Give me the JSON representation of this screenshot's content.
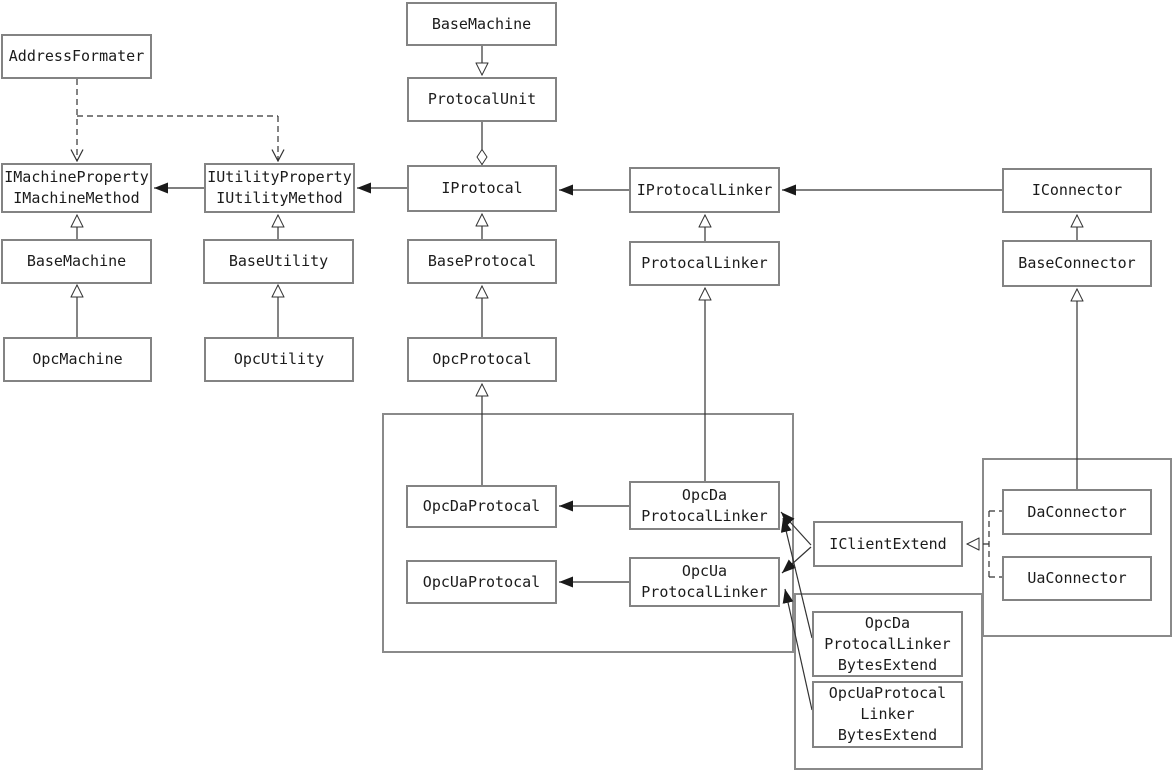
{
  "diagram": {
    "kind": "uml-class-diagram",
    "colors": {
      "background": "#ffffff",
      "line": "#333333",
      "box_border": "#838383",
      "box_fill": "#ffffff",
      "text": "#1b1b1b",
      "filled_arrow": "#1a1a1a"
    },
    "nodes": {
      "address_formater": {
        "lines": [
          "AddressFormater"
        ]
      },
      "imachine_interface": {
        "lines": [
          "IMachineProperty",
          "IMachineMethod"
        ]
      },
      "iutility_interface": {
        "lines": [
          "IUtilityProperty",
          "IUtilityMethod"
        ]
      },
      "base_machine_left": {
        "lines": [
          "BaseMachine"
        ]
      },
      "base_utility": {
        "lines": [
          "BaseUtility"
        ]
      },
      "opc_machine": {
        "lines": [
          "OpcMachine"
        ]
      },
      "opc_utility": {
        "lines": [
          "OpcUtility"
        ]
      },
      "base_machine_top": {
        "lines": [
          "BaseMachine"
        ]
      },
      "protocal_unit": {
        "lines": [
          "ProtocalUnit"
        ]
      },
      "iprotocal": {
        "lines": [
          "IProtocal"
        ]
      },
      "base_protocal": {
        "lines": [
          "BaseProtocal"
        ]
      },
      "opc_protocal": {
        "lines": [
          "OpcProtocal"
        ]
      },
      "iprotocal_linker": {
        "lines": [
          "IProtocalLinker"
        ]
      },
      "protocal_linker": {
        "lines": [
          "ProtocalLinker"
        ]
      },
      "iconnector": {
        "lines": [
          "IConnector"
        ]
      },
      "base_connector": {
        "lines": [
          "BaseConnector"
        ]
      },
      "opc_da_protocal": {
        "lines": [
          "OpcDaProtocal"
        ]
      },
      "opc_ua_protocal": {
        "lines": [
          "OpcUaProtocal"
        ]
      },
      "opc_da_protocal_linker": {
        "lines": [
          "OpcDa",
          "ProtocalLinker"
        ]
      },
      "opc_ua_protocal_linker": {
        "lines": [
          "OpcUa",
          "ProtocalLinker"
        ]
      },
      "iclient_extend": {
        "lines": [
          "IClientExtend"
        ]
      },
      "da_connector": {
        "lines": [
          "DaConnector"
        ]
      },
      "ua_connector": {
        "lines": [
          "UaConnector"
        ]
      },
      "opc_da_protocal_linker_bytes_extend": {
        "lines": [
          "OpcDa",
          "ProtocalLinker",
          "BytesExtend"
        ]
      },
      "opc_ua_protocal_linker_bytes_extend": {
        "lines": [
          "OpcUaProtocal",
          "Linker",
          "BytesExtend"
        ]
      }
    },
    "relationships": [
      {
        "from": "BaseMachine (top)",
        "to": "ProtocalUnit",
        "type": "generalization"
      },
      {
        "from": "ProtocalUnit",
        "to": "IProtocal",
        "type": "aggregation"
      },
      {
        "from": "BaseProtocal",
        "to": "IProtocal",
        "type": "generalization"
      },
      {
        "from": "OpcProtocal",
        "to": "BaseProtocal",
        "type": "generalization"
      },
      {
        "from": "OpcDaProtocal",
        "to": "OpcProtocal",
        "type": "generalization"
      },
      {
        "from": "BaseMachine (left)",
        "to": "IMachineProperty IMachineMethod",
        "type": "generalization"
      },
      {
        "from": "OpcMachine",
        "to": "BaseMachine (left)",
        "type": "generalization"
      },
      {
        "from": "BaseUtility",
        "to": "IUtilityProperty IUtilityMethod",
        "type": "generalization"
      },
      {
        "from": "OpcUtility",
        "to": "BaseUtility",
        "type": "generalization"
      },
      {
        "from": "ProtocalLinker",
        "to": "IProtocalLinker",
        "type": "generalization"
      },
      {
        "from": "OpcDa ProtocalLinker",
        "to": "ProtocalLinker",
        "type": "generalization"
      },
      {
        "from": "BaseConnector",
        "to": "IConnector",
        "type": "generalization"
      },
      {
        "from": "DaConnector",
        "to": "BaseConnector",
        "type": "generalization"
      },
      {
        "from": "IUtilityProperty IUtilityMethod",
        "to": "IMachineProperty IMachineMethod",
        "type": "association"
      },
      {
        "from": "IProtocal",
        "to": "IUtilityProperty IUtilityMethod",
        "type": "association"
      },
      {
        "from": "IProtocalLinker",
        "to": "IProtocal",
        "type": "association"
      },
      {
        "from": "IConnector",
        "to": "IProtocalLinker",
        "type": "association"
      },
      {
        "from": "OpcDa ProtocalLinker",
        "to": "OpcDaProtocal",
        "type": "association"
      },
      {
        "from": "OpcUa ProtocalLinker",
        "to": "OpcUaProtocal",
        "type": "association"
      },
      {
        "from": "AddressFormater",
        "to": "IMachineProperty IMachineMethod",
        "type": "dependency"
      },
      {
        "from": "AddressFormater",
        "to": "IUtilityProperty IUtilityMethod",
        "type": "dependency"
      },
      {
        "from": "DaConnector",
        "to": "IClientExtend",
        "type": "realization"
      },
      {
        "from": "UaConnector",
        "to": "IClientExtend",
        "type": "realization"
      },
      {
        "from": "IClientExtend",
        "to": "OpcDa ProtocalLinker",
        "type": "association"
      },
      {
        "from": "IClientExtend",
        "to": "OpcUa ProtocalLinker",
        "type": "association"
      },
      {
        "from": "OpcDa ProtocalLinker BytesExtend",
        "to": "OpcDa ProtocalLinker",
        "type": "association"
      },
      {
        "from": "OpcUaProtocal Linker BytesExtend",
        "to": "OpcUa ProtocalLinker",
        "type": "association"
      }
    ]
  }
}
